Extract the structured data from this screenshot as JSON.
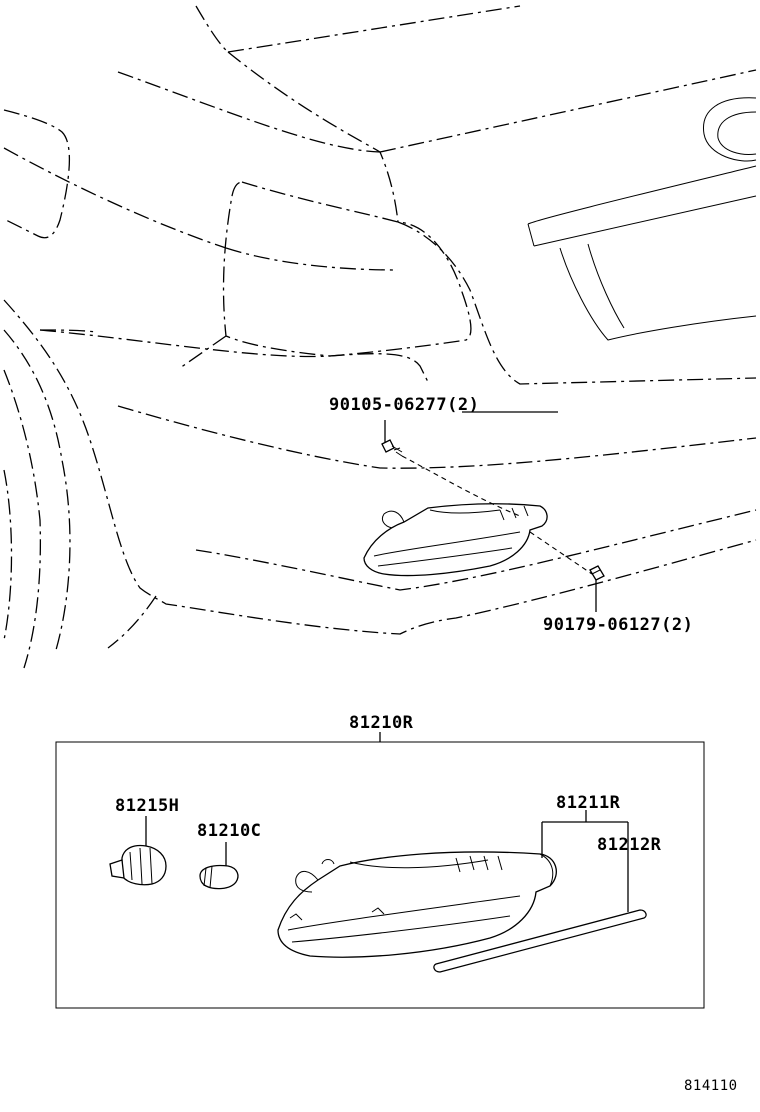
{
  "parts": {
    "screw": {
      "number": "90105-06277",
      "quantity": "(2)"
    },
    "clip": {
      "number": "90179-06127",
      "quantity": "(2)"
    },
    "assembly": {
      "number": "81210R"
    },
    "socket": {
      "number": "81215H"
    },
    "bulb": {
      "number": "81210C"
    },
    "lens": {
      "number": "81211R"
    },
    "gasket": {
      "number": "81212R"
    }
  },
  "illustration_ref": "814110"
}
